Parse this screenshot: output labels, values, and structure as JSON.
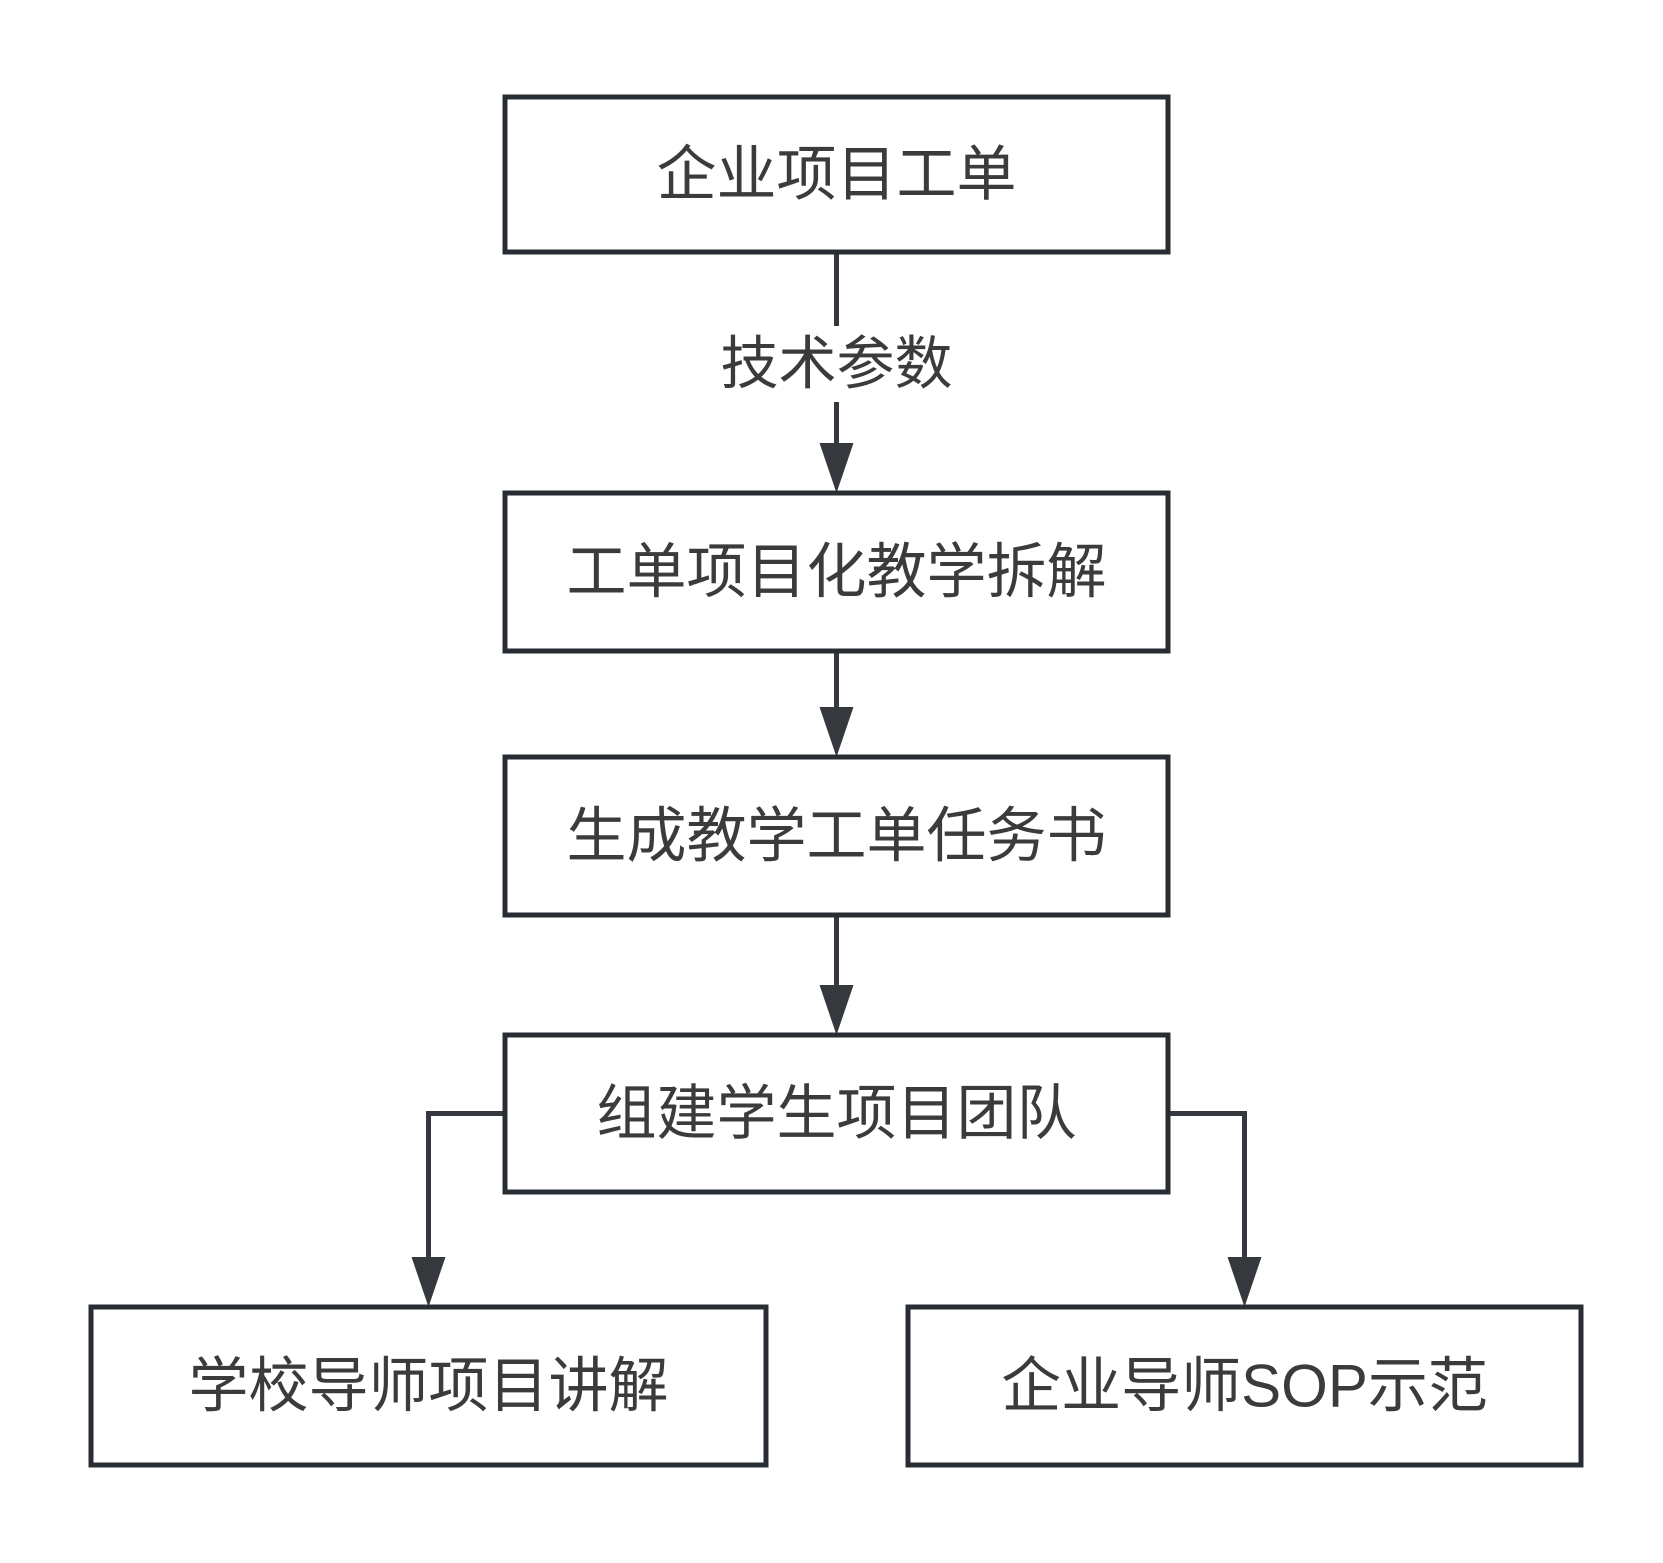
{
  "diagram": {
    "type": "flowchart",
    "direction": "top-down",
    "background_color": "#ffffff",
    "box_border_color": "#282c33",
    "line_color": "#35383c",
    "text_color": "#3b3b3b",
    "nodes": [
      {
        "id": "enterprise-work-order",
        "label": "企业项目工单"
      },
      {
        "id": "work-order-teaching-breakdown",
        "label": "工单项目化教学拆解"
      },
      {
        "id": "generate-teaching-task-book",
        "label": "生成教学工单任务书"
      },
      {
        "id": "form-student-project-team",
        "label": "组建学生项目团队"
      },
      {
        "id": "school-mentor-explanation",
        "label": "学校导师项目讲解"
      },
      {
        "id": "enterprise-mentor-sop-demo",
        "label": "企业导师SOP示范"
      }
    ],
    "edges": [
      {
        "from": "enterprise-work-order",
        "to": "work-order-teaching-breakdown",
        "label": "技术参数"
      },
      {
        "from": "work-order-teaching-breakdown",
        "to": "generate-teaching-task-book",
        "label": ""
      },
      {
        "from": "generate-teaching-task-book",
        "to": "form-student-project-team",
        "label": ""
      },
      {
        "from": "form-student-project-team",
        "to": "school-mentor-explanation",
        "label": ""
      },
      {
        "from": "form-student-project-team",
        "to": "enterprise-mentor-sop-demo",
        "label": ""
      }
    ]
  }
}
